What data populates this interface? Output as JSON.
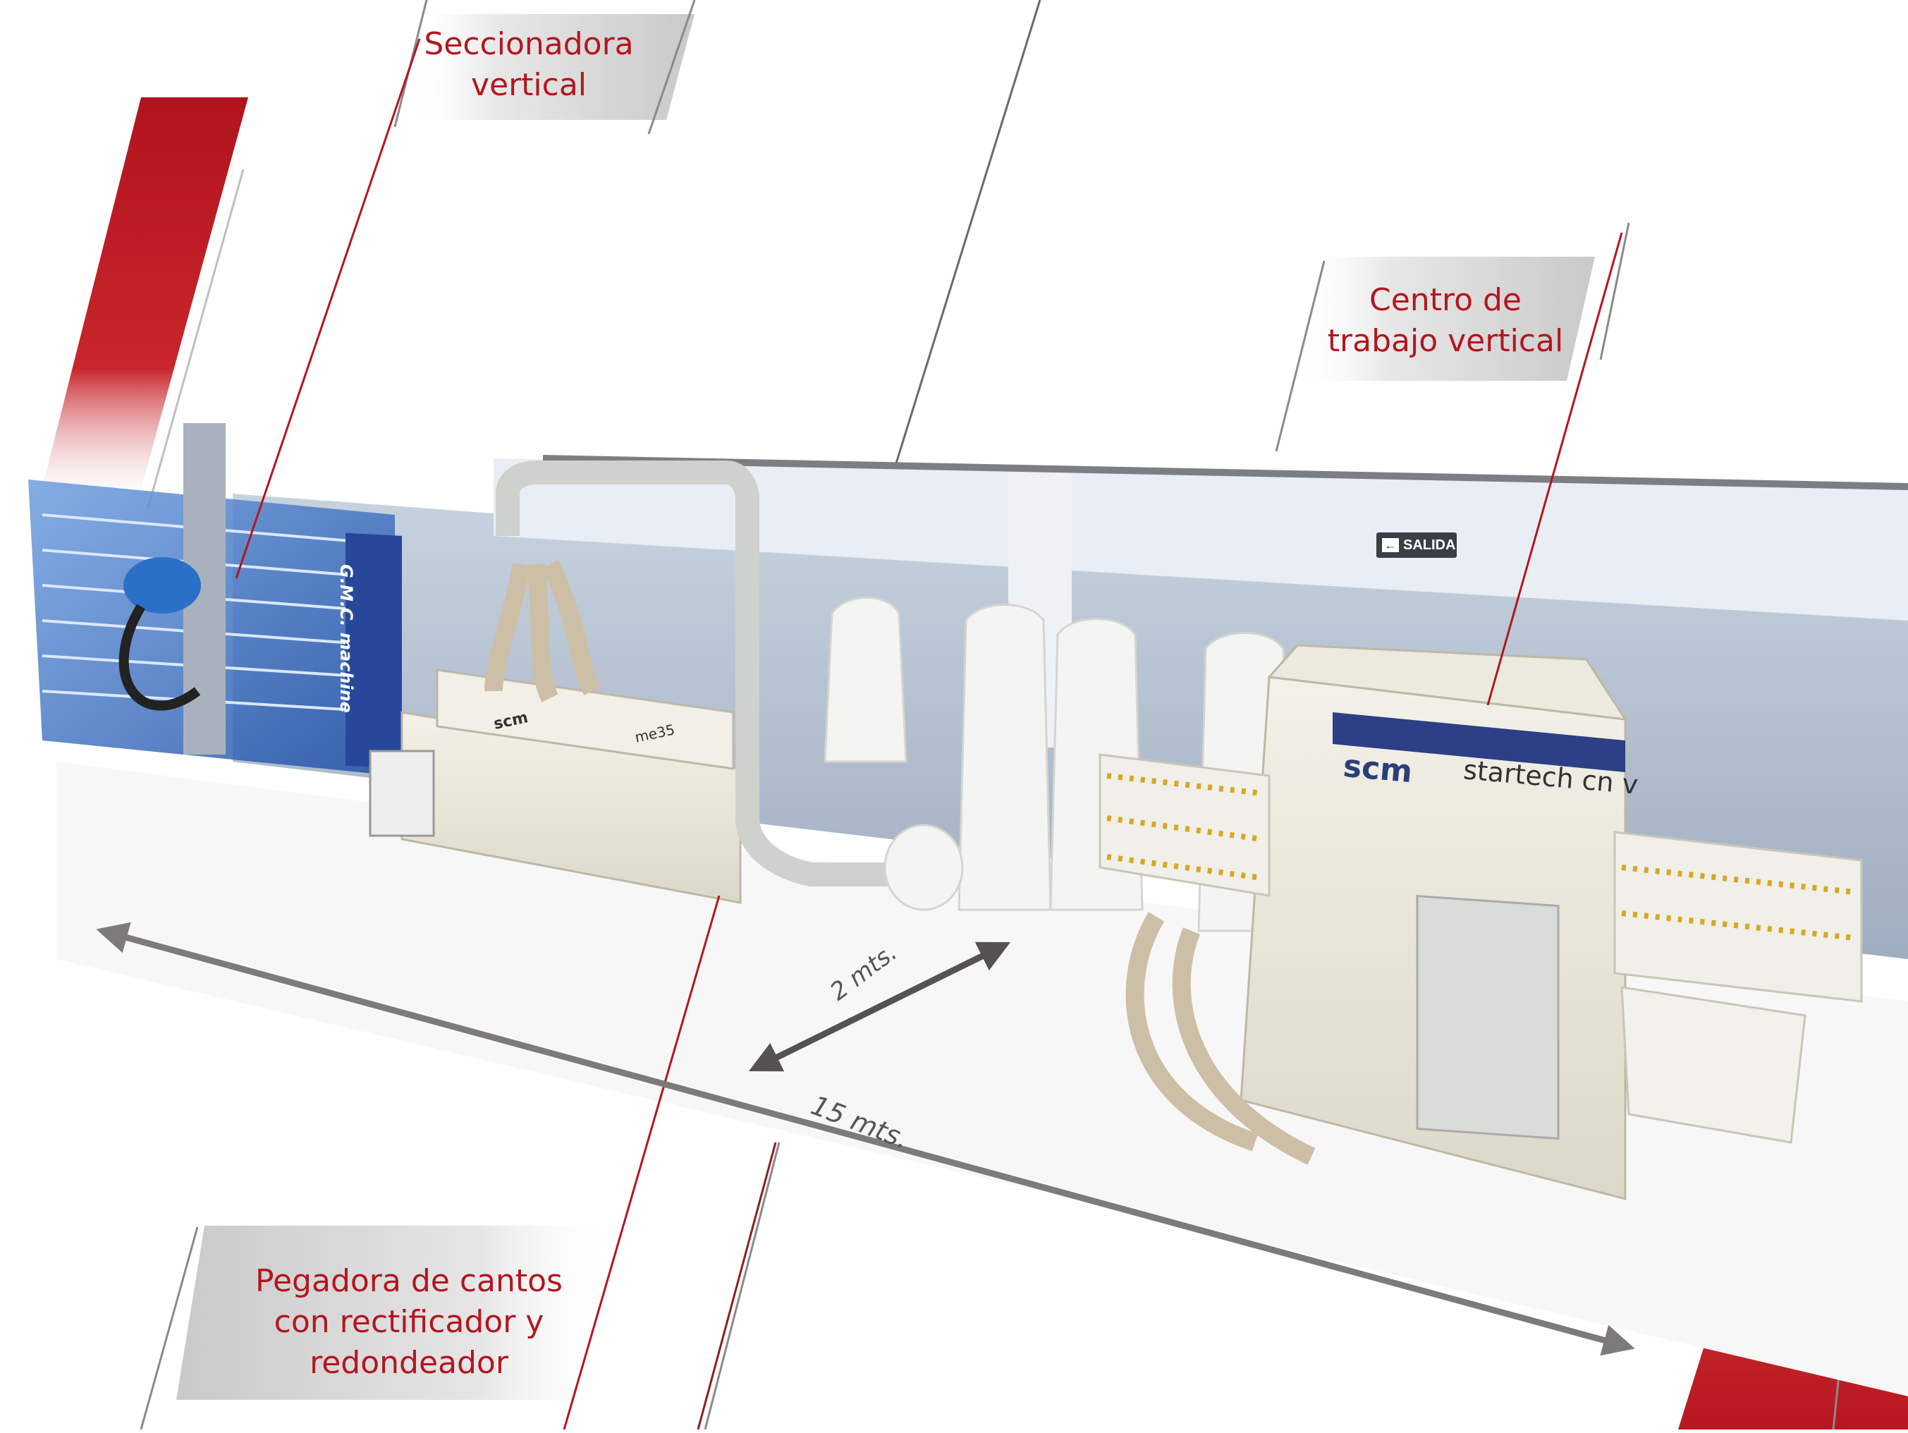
{
  "labels": {
    "seccionadora": [
      "Seccionadora",
      "vertical"
    ],
    "centro": [
      "Centro de",
      "trabajo vertical"
    ],
    "pegadora": [
      "Pegadora de cantos",
      "con rectificador y",
      "redondeador"
    ]
  },
  "dimensions": {
    "length": "15 mts.",
    "depth": "2 mts."
  },
  "signage": {
    "exit": "SALIDA"
  },
  "machine_markings": {
    "gmc": "G.M.C. machine",
    "scm_large": "scm",
    "startech": "startech cn v",
    "scm_small": "scm",
    "edgebander_model": "me35"
  },
  "colors": {
    "accent_red": "#b3161f",
    "label_gray": "#d8d8d8",
    "arrow_gray": "#7d7a77",
    "wall_blue": "#a9b5c7"
  }
}
